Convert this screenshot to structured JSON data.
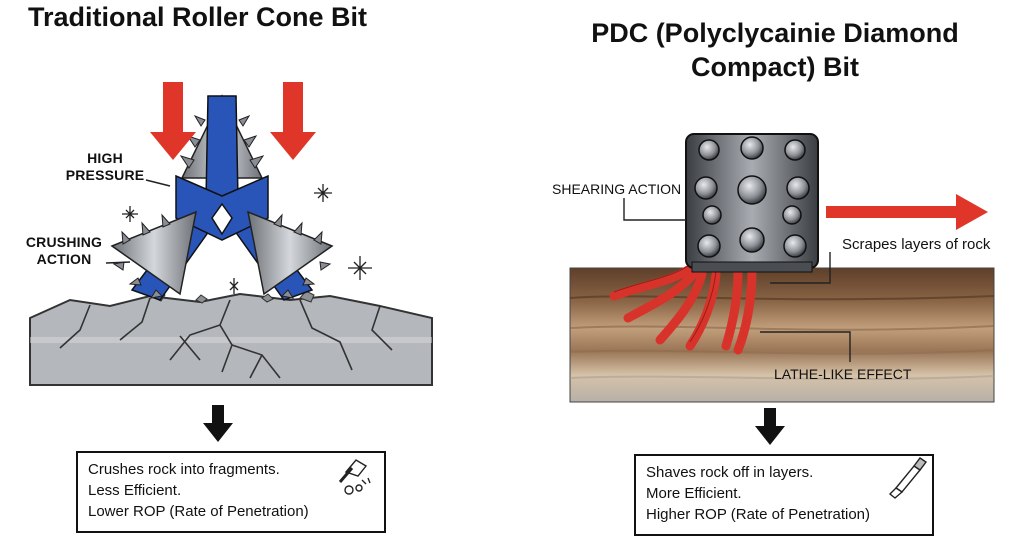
{
  "left": {
    "title": "Traditional Roller Cone Bit",
    "label_pressure_1": "HIGH",
    "label_pressure_2": "PRESSURE",
    "label_crushing_1": "CRUSHING",
    "label_crushing_2": "ACTION",
    "box_lines": [
      "Crushes rock into fragments.",
      "Less Efficient.",
      "Lower ROP (Rate of Penetration)"
    ],
    "box_icon": "hammer-rock-icon"
  },
  "right": {
    "title_line1": "PDC (Polyclycainie Diamond",
    "title_line2": "Compact) Bit",
    "label_shearing": "SHEARING ACTION",
    "label_scrapes": "Scrapes layers of rock",
    "label_lathe": "LATHE-LIKE EFFECT",
    "box_lines": [
      "Shaves rock off in layers.",
      "More Efficient.",
      "Higher ROP (Rate of Penetration)"
    ],
    "box_icon": "chisel-icon"
  },
  "colors": {
    "arrow_red": "#e0362a",
    "bit_blue": "#2a55b8",
    "steel": "#9a9ea4",
    "rock": "#b9bcc0",
    "soil_dark": "#6b4a32",
    "soil_light": "#c9a883"
  }
}
